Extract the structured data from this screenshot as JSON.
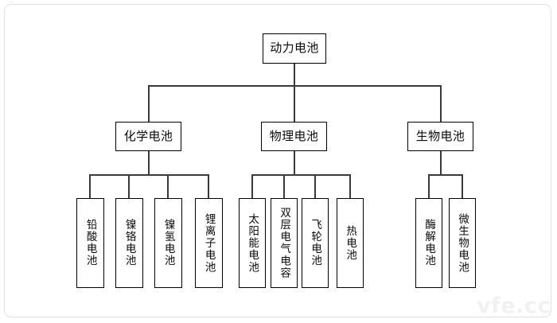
{
  "diagram": {
    "type": "hierarchy-tree",
    "title": "动力电池",
    "root": {
      "label": "动力电池"
    },
    "branches": [
      {
        "label": "化学电池",
        "leaves": [
          {
            "label": "铅酸电池"
          },
          {
            "label": "镍铬电池"
          },
          {
            "label": "镍氢电池"
          },
          {
            "label": "锂离子电池"
          }
        ]
      },
      {
        "label": "物理电池",
        "leaves": [
          {
            "label": "太阳能电池"
          },
          {
            "label": "双层电气电容"
          },
          {
            "label": "飞轮电池"
          },
          {
            "label": "热电池"
          }
        ]
      },
      {
        "label": "生物电池",
        "leaves": [
          {
            "label": "酶解电池"
          },
          {
            "label": "微生物电池"
          }
        ]
      }
    ]
  },
  "watermark": {
    "text": "vfe.cc"
  },
  "colors": {
    "box_border": "#000000",
    "connector": "#3a3a3a",
    "frame": "#e2e2e2",
    "watermark": "#f1f1f1",
    "background": "#ffffff",
    "text": "#0a0a0a"
  }
}
